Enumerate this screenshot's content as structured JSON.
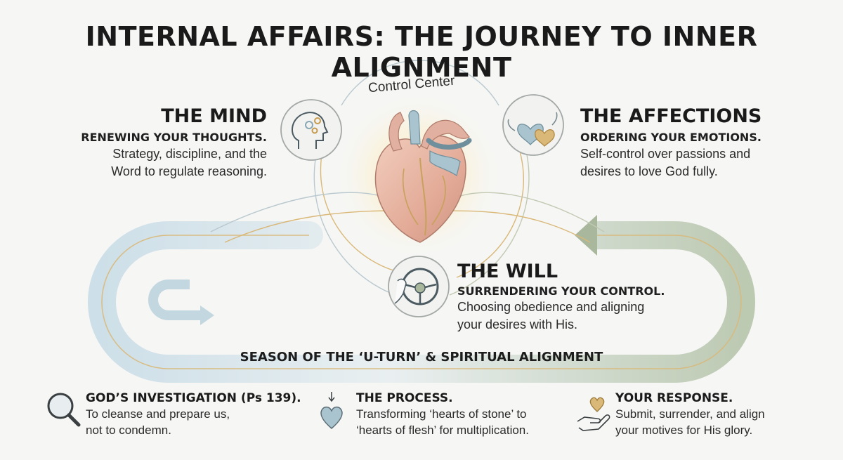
{
  "title": "INTERNAL AFFAIRS: THE JOURNEY TO INNER ALIGNMENT",
  "center_label": "Control Center",
  "mind": {
    "heading": "THE MIND",
    "subheading": "RENEWING YOUR THOUGHTS.",
    "body_line1": "Strategy, discipline, and the",
    "body_line2": "Word to regulate reasoning.",
    "icon": "head-gears-icon"
  },
  "affections": {
    "heading": "THE AFFECTIONS",
    "subheading": "ORDERING YOUR EMOTIONS.",
    "body_line1": "Self-control over passions and",
    "body_line2": "desires to love God fully.",
    "icon": "winged-hearts-icon"
  },
  "will": {
    "heading": "THE WILL",
    "subheading": "SURRENDERING YOUR CONTROL.",
    "body_line1": "Choosing obedience and aligning",
    "body_line2": "your desires with His.",
    "icon": "steering-wheel-icon"
  },
  "banner": "SEASON OF THE ‘U-TURN’ & SPIRITUAL ALIGNMENT",
  "bottom": [
    {
      "heading": "GOD’S INVESTIGATION (Ps 139).",
      "line1": "To cleanse and prepare us,",
      "line2": "not to condemn.",
      "icon": "magnifying-glass-icon"
    },
    {
      "heading": "THE PROCESS.",
      "line1": "Transforming ‘hearts of stone’ to",
      "line2": "‘hearts of flesh’ for multiplication.",
      "icon": "heart-icon"
    },
    {
      "heading": "YOUR RESPONSE.",
      "line1": "Submit, surrender, and align",
      "line2": "your motives for His glory.",
      "icon": "hand-heart-icon"
    }
  ],
  "colors": {
    "blue_arrow": "#b9d2de",
    "green_arrow": "#a9b89c",
    "gold_line": "#d9b878",
    "heart": "#e6b3a0",
    "heart_blue": "#a9c4cf"
  }
}
